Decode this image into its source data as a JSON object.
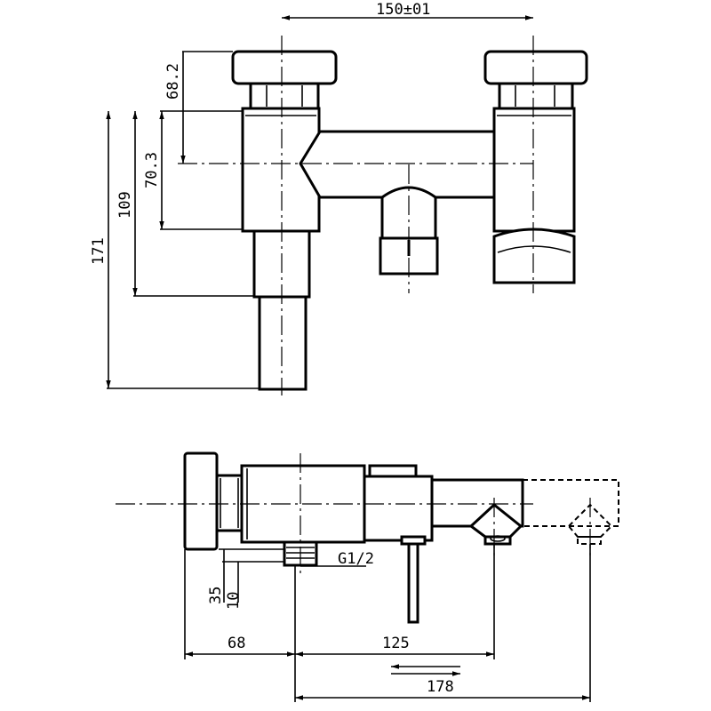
{
  "dimensions": {
    "top_width": "150±01",
    "handle_height": "68.2",
    "outlet_drop": "70.3",
    "body_height": "109",
    "total_height": "171",
    "inlet_offset": "35",
    "inlet_depth": "10",
    "thread": "G1/2",
    "knob_depth": "68",
    "spout_length": "125",
    "total_length": "178"
  }
}
